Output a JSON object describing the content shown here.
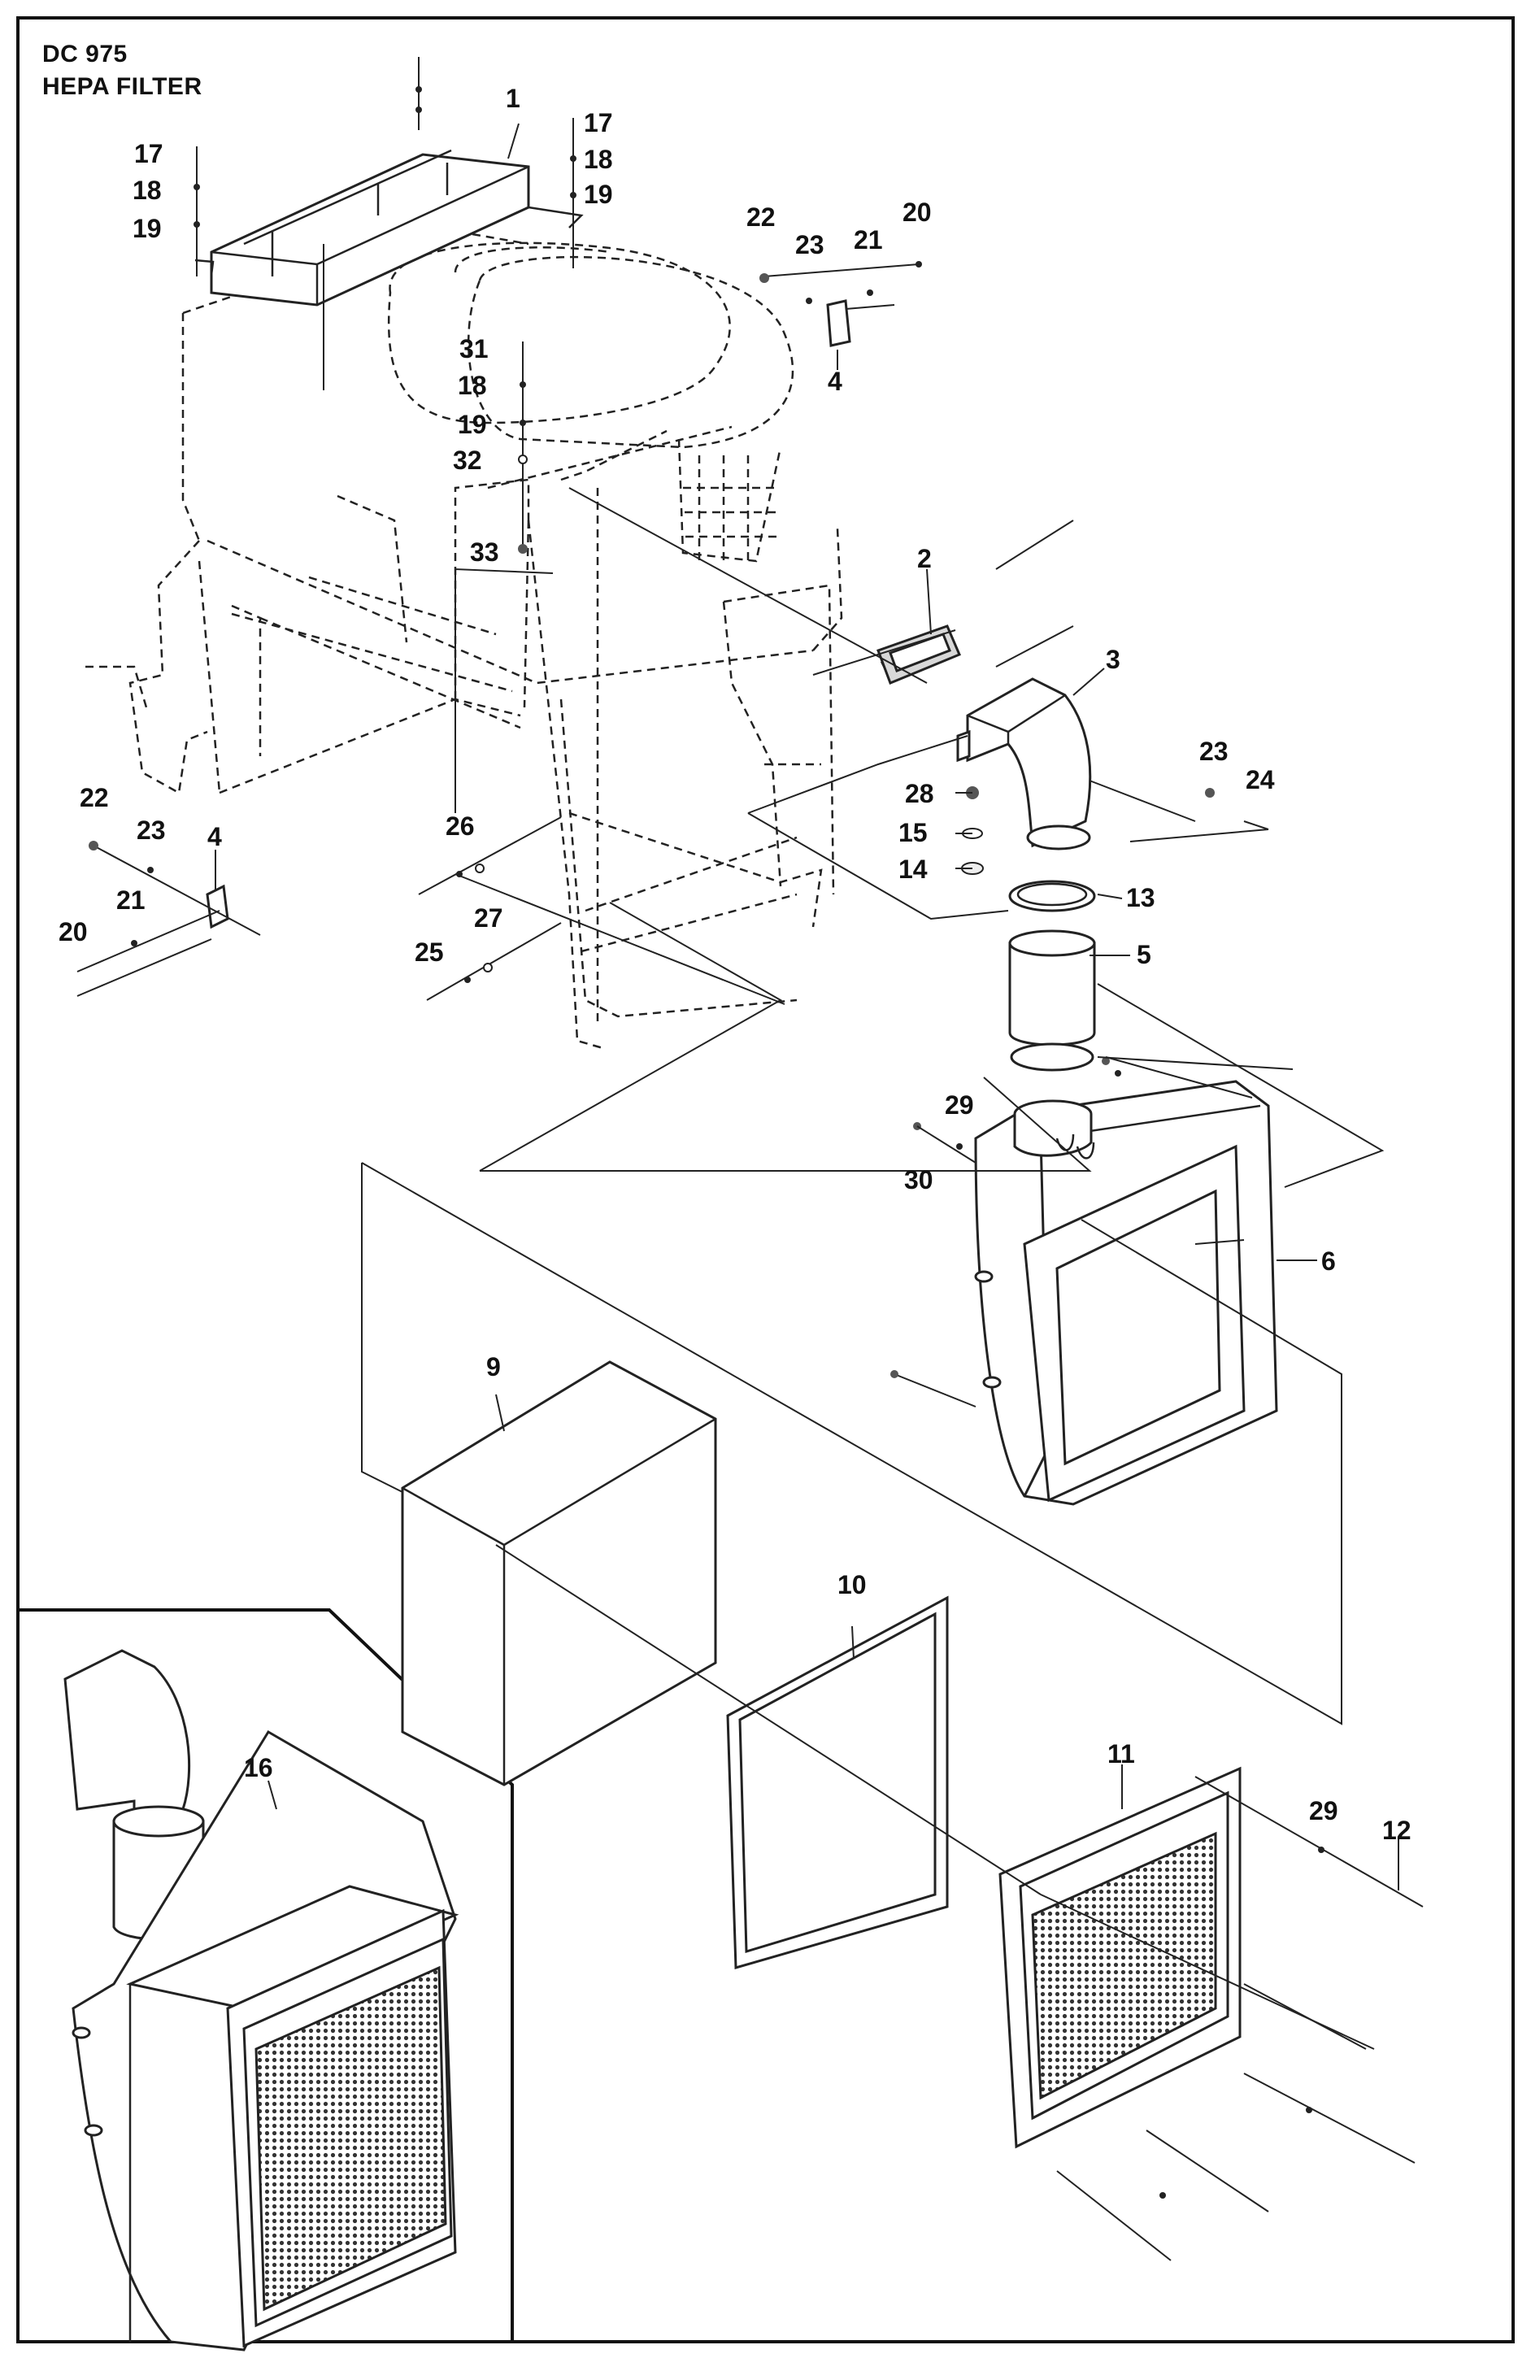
{
  "header": {
    "model": "DC 975",
    "title": "HEPA FILTER"
  },
  "callouts": {
    "c1": "1",
    "c2": "2",
    "c3": "3",
    "c4a": "4",
    "c4b": "4",
    "c5": "5",
    "c6": "6",
    "c9": "9",
    "c10": "10",
    "c11": "11",
    "c12": "12",
    "c13": "13",
    "c14": "14",
    "c15": "15",
    "c16": "16",
    "c17a": "17",
    "c17b": "17",
    "c18a": "18",
    "c18b": "18",
    "c18c": "18",
    "c19a": "19",
    "c19b": "19",
    "c19c": "19",
    "c20a": "20",
    "c20b": "20",
    "c21a": "21",
    "c21b": "21",
    "c22a": "22",
    "c22b": "22",
    "c23a": "23",
    "c23b": "23",
    "c23c": "23",
    "c24": "24",
    "c25": "25",
    "c26": "26",
    "c27": "27",
    "c28": "28",
    "c29a": "29",
    "c29b": "29",
    "c30": "30",
    "c31": "31",
    "c32": "32",
    "c33": "33"
  }
}
